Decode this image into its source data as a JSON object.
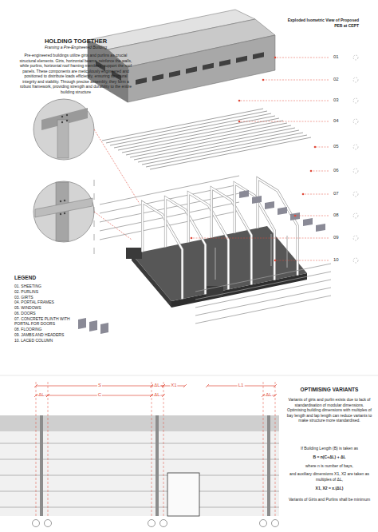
{
  "diagram": {
    "title": "HOLDING TOGETHER",
    "labels": [
      "Framing a Pre-Engineered Building",
      "Pre-engineered buildings utilize girts and purlins as crucial structural elements. Girts, horizontal beams, reinforce the walls, while purlins, horizontal roof framing members, support the roof panels. These components are meticulously engineered and positioned to distribute loads efficiently, ensuring structural integrity and stability. Through precise assembly, they form a robust framework, providing strength and durability to the entire building structure",
      "Exploded Isometric View of Proposed PEB at CEPT",
      "01",
      "02",
      "03",
      "04",
      "05",
      "06",
      "07",
      "08",
      "09",
      "10",
      "LEGEND",
      "OPTIMISING VARIANTS",
      "Variants of girts and purlin exists due to lack of standardisation of modular dimensions. Optimising building dimensions with multiples of bay length and lap length can reduce variants to make structure more standardised.",
      "If Building Length (B) is taken as",
      "B = n(C+ΔL) + ΔL",
      "where n is number of bays,",
      "and auxiliary dimensions X1, X2 are taken as multiples of ΔL,",
      "X1, X2 = x.(ΔL)",
      "Variants of Girts and Purlins shall be minimum",
      "S",
      "ΔL",
      "C",
      "ΔL",
      "ΔL",
      "X1",
      "L1",
      "ΔL"
    ],
    "legend": [
      {
        "text": "01. SHEETING"
      },
      {
        "text": "02. PURLINS"
      },
      {
        "text": "03. GIRTS"
      },
      {
        "text": "04. PORTAL FRAMES"
      },
      {
        "text": "05. WINDOWS"
      },
      {
        "text": "06. DOORS"
      },
      {
        "text": "07. CONCRETE PLINTH WITH PORTAL FOR DOORS"
      },
      {
        "text": "08. FLOORING"
      },
      {
        "text": "09. JAMBS AND HEADERS"
      },
      {
        "text": "10. LACED COLUMN"
      }
    ]
  }
}
